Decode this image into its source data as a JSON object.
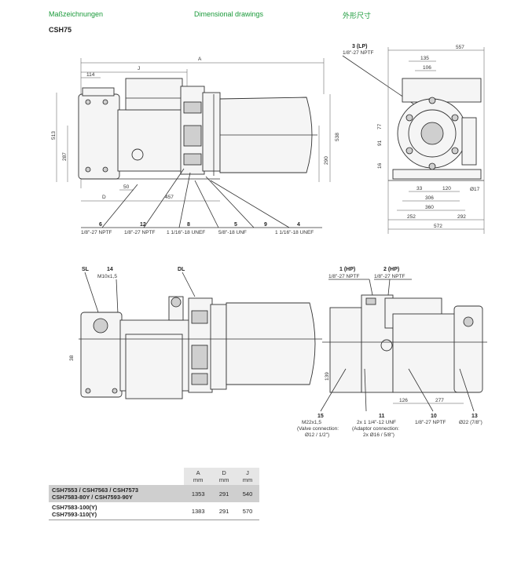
{
  "header": {
    "de": "Maßzeichnungen",
    "en": "Dimensional drawings",
    "cn": "外形尺寸",
    "model": "CSH75"
  },
  "top_view": {
    "dims": {
      "A": "A",
      "J": "J",
      "d114": "114",
      "d513": "513",
      "d287": "287",
      "d50": "50",
      "D": "D",
      "d457": "457",
      "d538": "538",
      "d290": "290"
    },
    "callouts": [
      {
        "num": "6",
        "spec": "1/8\"-27 NPTF"
      },
      {
        "num": "12",
        "spec": "1/8\"-27 NPTF"
      },
      {
        "num": "8",
        "spec": "1 1/16\"-18 UNEF"
      },
      {
        "num": "5",
        "spec": "5/8\"-18 UNF"
      },
      {
        "num": "9",
        "spec": ""
      },
      {
        "num": "4",
        "spec": "1 1/16\"-18 UNEF"
      }
    ]
  },
  "side_view": {
    "callout_3": {
      "num": "3 (LP)",
      "spec": "1/8\"-27 NPTF"
    },
    "dims": {
      "d557": "557",
      "d135": "135",
      "d106": "106",
      "d77": "77",
      "d91": "91",
      "d16": "16",
      "d33": "33",
      "d120": "120",
      "d306": "306",
      "d17": "Ø17",
      "d360": "360",
      "d252": "252",
      "d292": "292",
      "d572": "572"
    }
  },
  "bottom_left_view": {
    "callouts": [
      {
        "num": "SL",
        "spec": ""
      },
      {
        "num": "14",
        "spec": "M10x1,5"
      },
      {
        "num": "DL",
        "spec": ""
      }
    ],
    "dims": {
      "d38": "38"
    }
  },
  "bottom_right_view": {
    "callouts_top": [
      {
        "num": "1 (HP)",
        "spec": "1/8\"-27 NPTF"
      },
      {
        "num": "2 (HP)",
        "spec": "1/8\"-27 NPTF"
      }
    ],
    "dims": {
      "d139": "139",
      "d126": "126",
      "d277": "277"
    },
    "callouts_bottom": [
      {
        "num": "15",
        "spec": "M22x1,5",
        "note1": "(Valve connection:",
        "note2": "Ø12 / 1/2\")"
      },
      {
        "num": "11",
        "spec": "2x 1 1/4\"-12 UNF",
        "note1": "(Adaptor connection:",
        "note2": "2x Ø16 / 5/8\")"
      },
      {
        "num": "10",
        "spec": "1/8\"-27 NPTF",
        "note1": "",
        "note2": ""
      },
      {
        "num": "13",
        "spec": "Ø22 (7/8\")",
        "note1": "",
        "note2": ""
      }
    ]
  },
  "table": {
    "headers": [
      {
        "letter": "A",
        "unit": "mm"
      },
      {
        "letter": "D",
        "unit": "mm"
      },
      {
        "letter": "J",
        "unit": "mm"
      }
    ],
    "rows": [
      {
        "model_line1": "CSH7553 / CSH7563 / CSH7573",
        "model_line2": "CSH7583-80Y / CSH7593-90Y",
        "A": "1353",
        "D": "291",
        "J": "540"
      },
      {
        "model_line1": "CSH7583-100(Y)",
        "model_line2": "CSH7593-110(Y)",
        "A": "1383",
        "D": "291",
        "J": "570"
      }
    ]
  }
}
